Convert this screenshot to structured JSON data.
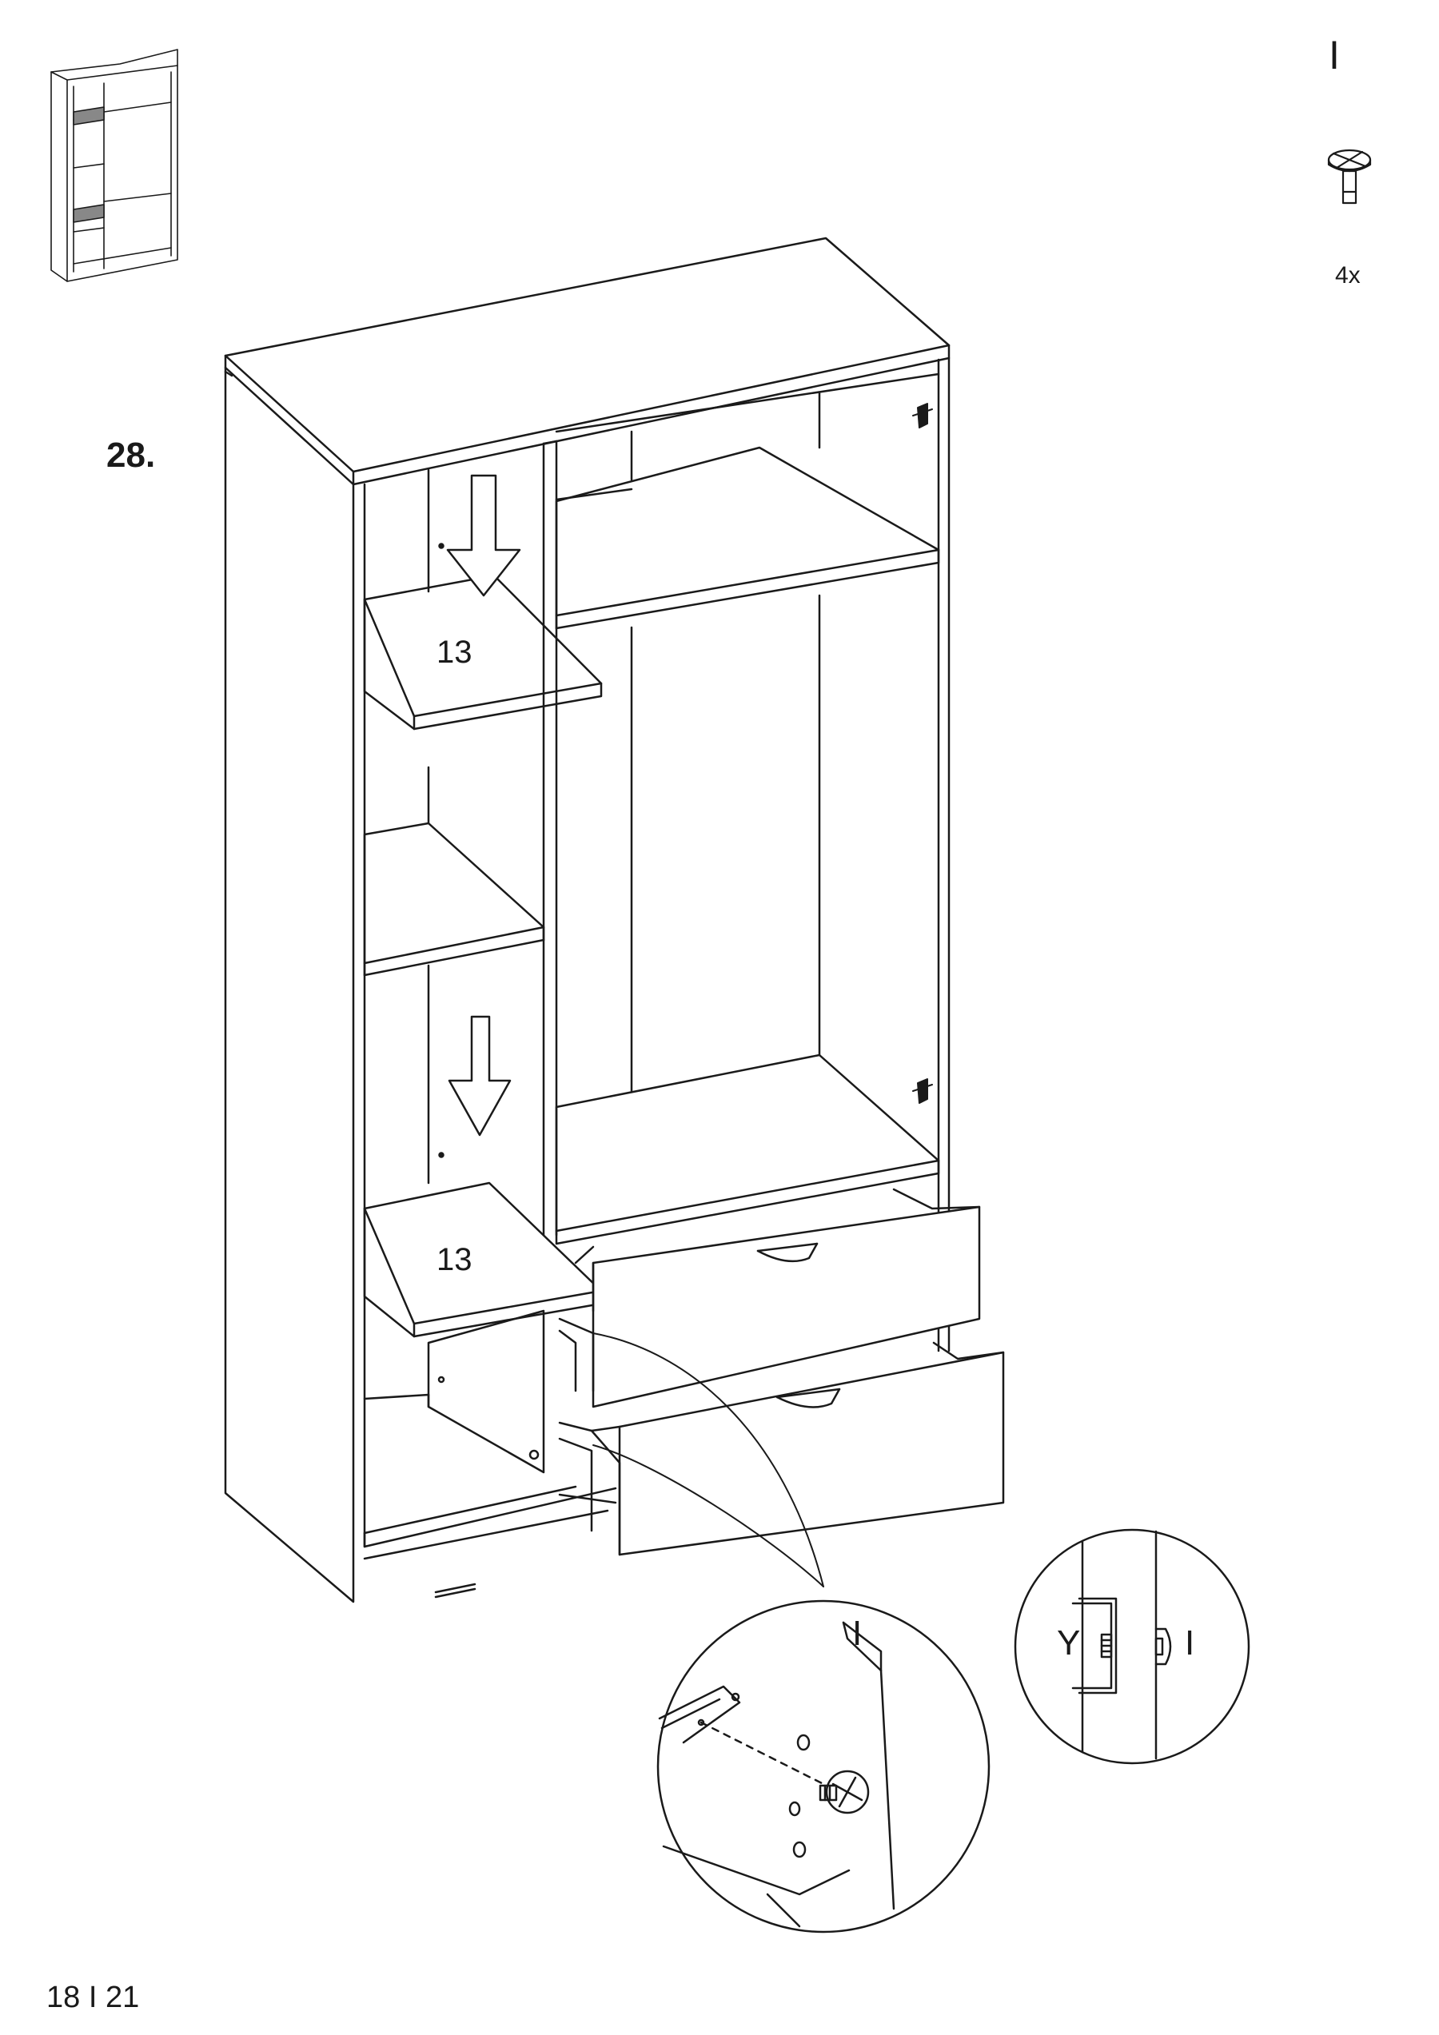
{
  "step": {
    "number": "28."
  },
  "hardware": {
    "part_letter": "I",
    "quantity": "4x",
    "icon": "cam-dowel-icon"
  },
  "labels": {
    "shelf_top": "13",
    "shelf_bottom": "13",
    "detail_left_part": "I",
    "detail_right_part_y": "Y",
    "detail_right_part_i": "I"
  },
  "page": {
    "number": "18 I 21"
  }
}
